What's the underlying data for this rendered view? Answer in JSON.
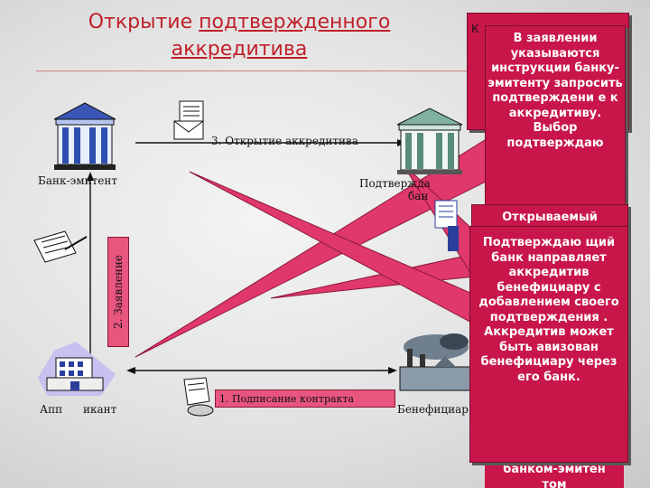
{
  "title": {
    "line1_plain": "Открытие ",
    "line1_underlined": "подтвержденного",
    "line2_underlined": "аккредитива"
  },
  "nodes": {
    "issuing_bank": "Банк-эмитент",
    "confirming_bank_a": "Подтвержда",
    "confirming_bank_b": "бан",
    "applicant": "Апп      икант",
    "beneficiary": "Бенефициар"
  },
  "arrows": {
    "step1": "1. Подписание контракта",
    "step2": "2. Заявление",
    "step3": "3. Открытие аккредитива"
  },
  "callouts": {
    "back_top_fragment": "К",
    "instructions": "В заявлении указываются инструкции банку-эмитенту запросить подтверждени е к аккредитиву. Выбор подтверждаю",
    "opened": "Открываемый",
    "confirming": "Подтверждаю щий банк направляет аккредитив бенефициару с добавлением своего подтверждения . Аккредитив может быть авизован бенефициару через его банк.",
    "bottom_overflow_1": "банком-эмитен",
    "bottom_overflow_2": "том"
  },
  "colors": {
    "title": "#c0202a",
    "callout_fill": "#c8164b",
    "arrow_fill": "#e8557f",
    "connector_wedge": "#e0386b"
  }
}
